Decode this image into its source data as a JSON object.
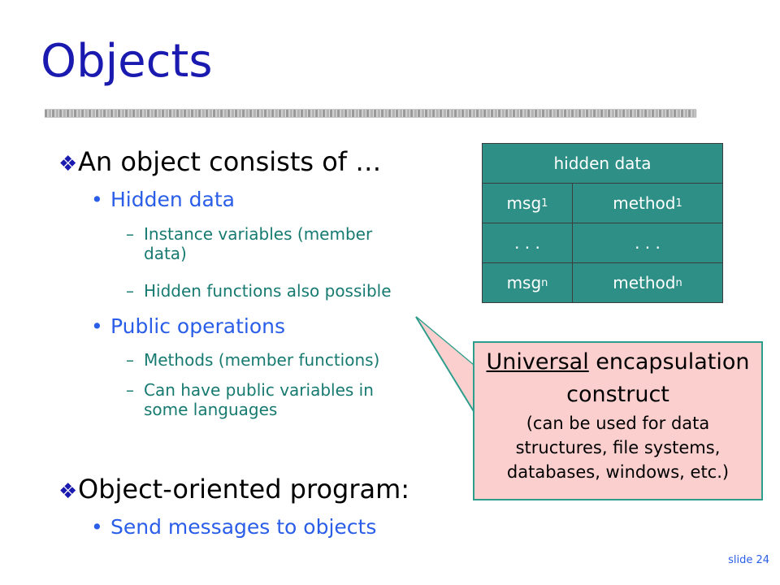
{
  "title": "Objects",
  "bullets": {
    "b1": "An object consists of …",
    "b1_sub1": "Hidden data",
    "b1_sub1_items": [
      {
        "line1": "Instance variables (member",
        "line2": "data)"
      },
      {
        "line1": "Hidden functions also possible",
        "line2": ""
      }
    ],
    "b1_sub2": "Public operations",
    "b1_sub2_items": [
      {
        "line1": "Methods (member functions)",
        "line2": ""
      },
      {
        "line1": "Can have public variables in",
        "line2": "some languages"
      }
    ],
    "b2": "Object-oriented program:",
    "b2_sub1": "Send messages to objects"
  },
  "object_table": {
    "header": "hidden data",
    "rows": [
      {
        "left": "msg",
        "left_sub": "1",
        "right": "method",
        "right_sub": "1"
      },
      {
        "left": ". . .",
        "left_sub": "",
        "right": ". . .",
        "right_sub": ""
      },
      {
        "left": "msg",
        "left_sub": "n",
        "right": "method",
        "right_sub": "n"
      }
    ]
  },
  "callout": {
    "underlined": "Universal",
    "rest_line1": " encapsulation",
    "line2": "construct",
    "small1": "(can be used for data",
    "small2": "structures, file systems,",
    "small3": "databases, windows, etc.)"
  },
  "footer": "slide 24",
  "colors": {
    "title": "#1a1ab0",
    "level2": "#2a5ee8",
    "level3": "#177a70",
    "table_fill": "#2e8f86",
    "callout_fill": "#fccfcf",
    "callout_border": "#2e9e8c"
  }
}
